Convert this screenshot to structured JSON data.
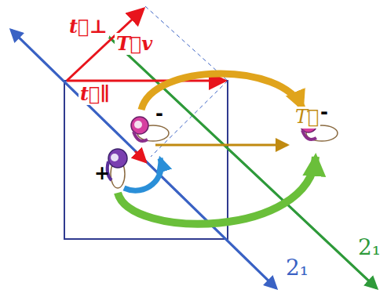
{
  "diagram": {
    "labels": [
      "t⃗⊥",
      "T⃗v",
      "t⃗∥",
      "-",
      "+",
      "T⃗",
      "-",
      "2₁",
      "2₁"
    ]
  }
}
